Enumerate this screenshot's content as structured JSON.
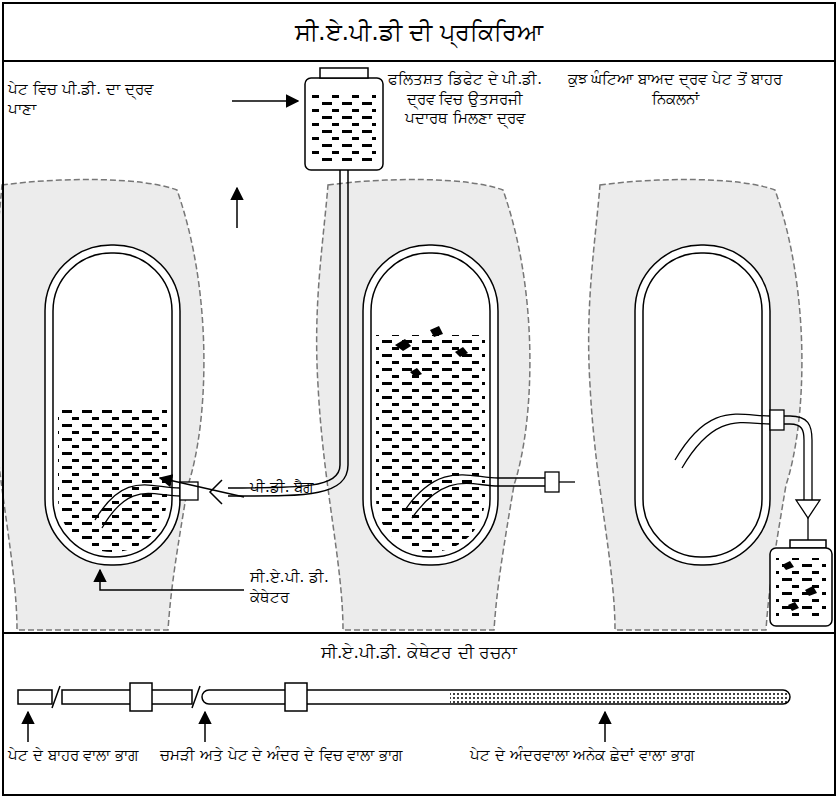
{
  "diagram": {
    "title": "ਸੀ.ਏ.ਪੀ.ਡੀ ਦੀ ਪ੍ਰਕਿਰਿਆ",
    "nodes": [
      {
        "text": [
          "ਸੀ.ਏ.ਪੀ.ਡੀ ਦੀ ਪ੍ਰਕਿਰਿਆ"
        ]
      },
      {
        "text": [
          "ਸੀ.ਏ.ਪੀ.ਡੀ. ਕੇਥੇਟਰ ਦੀ ਰਚਨਾ"
        ],
        "in": 0
      }
    ],
    "labels": [
      "ਪੇਟ ਵਿਚ ਪੀ.ਡੀ. ਦਾ ਦ੍ਰਵ ਪਾਣਾ",
      "ਫਲਿਤਸ਼ਤ ਡਿਫੇਟ ਦੇ ਪੀ.ਡੀ. ਦ੍ਰਵ ਵਿਚ ਉਤਸਰਜੀ ਪਦਾਰਥ ਮਿਲਣਾ ਦ੍ਰਵ",
      "ਕੁਝ ਘੰਟਿਆ ਬਾਅਦ ਦ੍ਰਵ ਪੇਟ ਤੋਂ ਬਾਹਰ ਨਿਕਲਨਾਂ",
      "ਪੀ.ਡੀ. ਬੈਗ",
      "ਸੀ.ਏ.ਪੀ. ਡੀ. ਕੇਥੇਟਰ",
      "ਪੇਟ ਦੇ ਬਾਹਰ ਵਾਲਾ ਭਾਗ",
      "ਚਮੜੀ ਅਤੇ ਪੇਟ ਦੇ ਅੰਦਰ ਦੇ ਵਿਚ ਵਾਲਾ ਭਾਗ",
      "ਪੇਟ ਦੇ ਅੰਦਰਵਾਲਾ ਅਨੇਕ ਛੇਦਾਂ ਵਾਲਾ ਭਾਗ"
    ]
  }
}
